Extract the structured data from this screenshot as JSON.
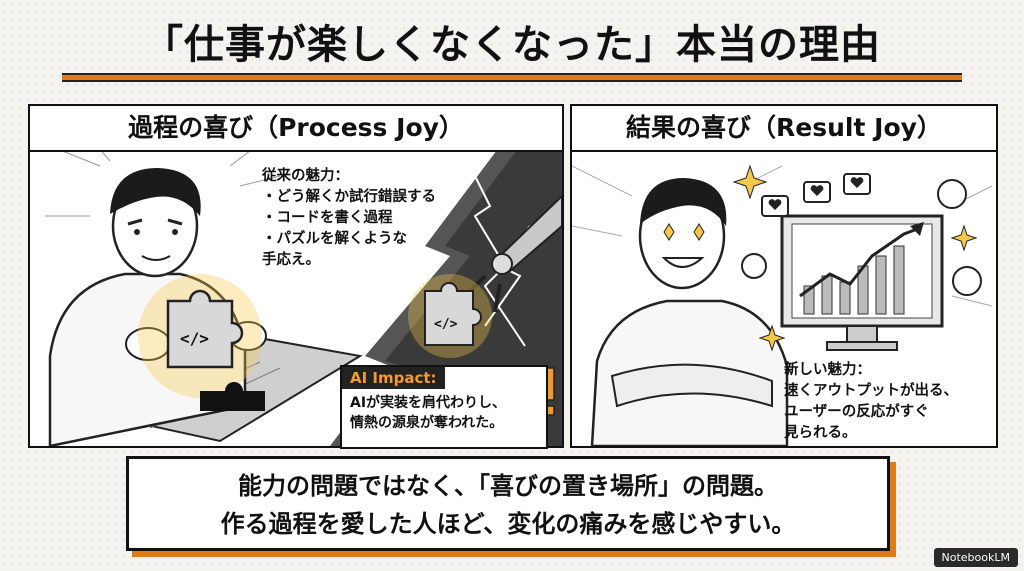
{
  "title": "「仕事が楽しくなくなった」本当の理由",
  "left_panel": {
    "heading": "過程の喜び（Process Joy）",
    "bullets": [
      "従来の魅力：",
      "・どう解くか試行錯誤する",
      "・コードを書く過程",
      "・パズルを解くような",
      "手応え。"
    ],
    "puzzle_code": "</>"
  },
  "ai_impact": {
    "title": "AI Impact:",
    "lines": [
      "AIが実装を肩代わりし、",
      "情熱の源泉が奪われた。"
    ]
  },
  "right_panel": {
    "heading": "結果の喜び（Result Joy）",
    "bullets": [
      "新しい魅力：",
      "速くアウトプットが出る、",
      "ユーザーの反応がすぐ",
      "見られる。"
    ]
  },
  "bottom_message": {
    "line1": "能力の問題ではなく、「喜びの置き場所」の問題。",
    "line2": "作る過程を愛した人ほど、変化の痛みを感じやすい。"
  },
  "badge": "NotebookLM",
  "colors": {
    "accent": "#e07b1a",
    "ink": "#111111",
    "glow": "#f6c84a"
  }
}
